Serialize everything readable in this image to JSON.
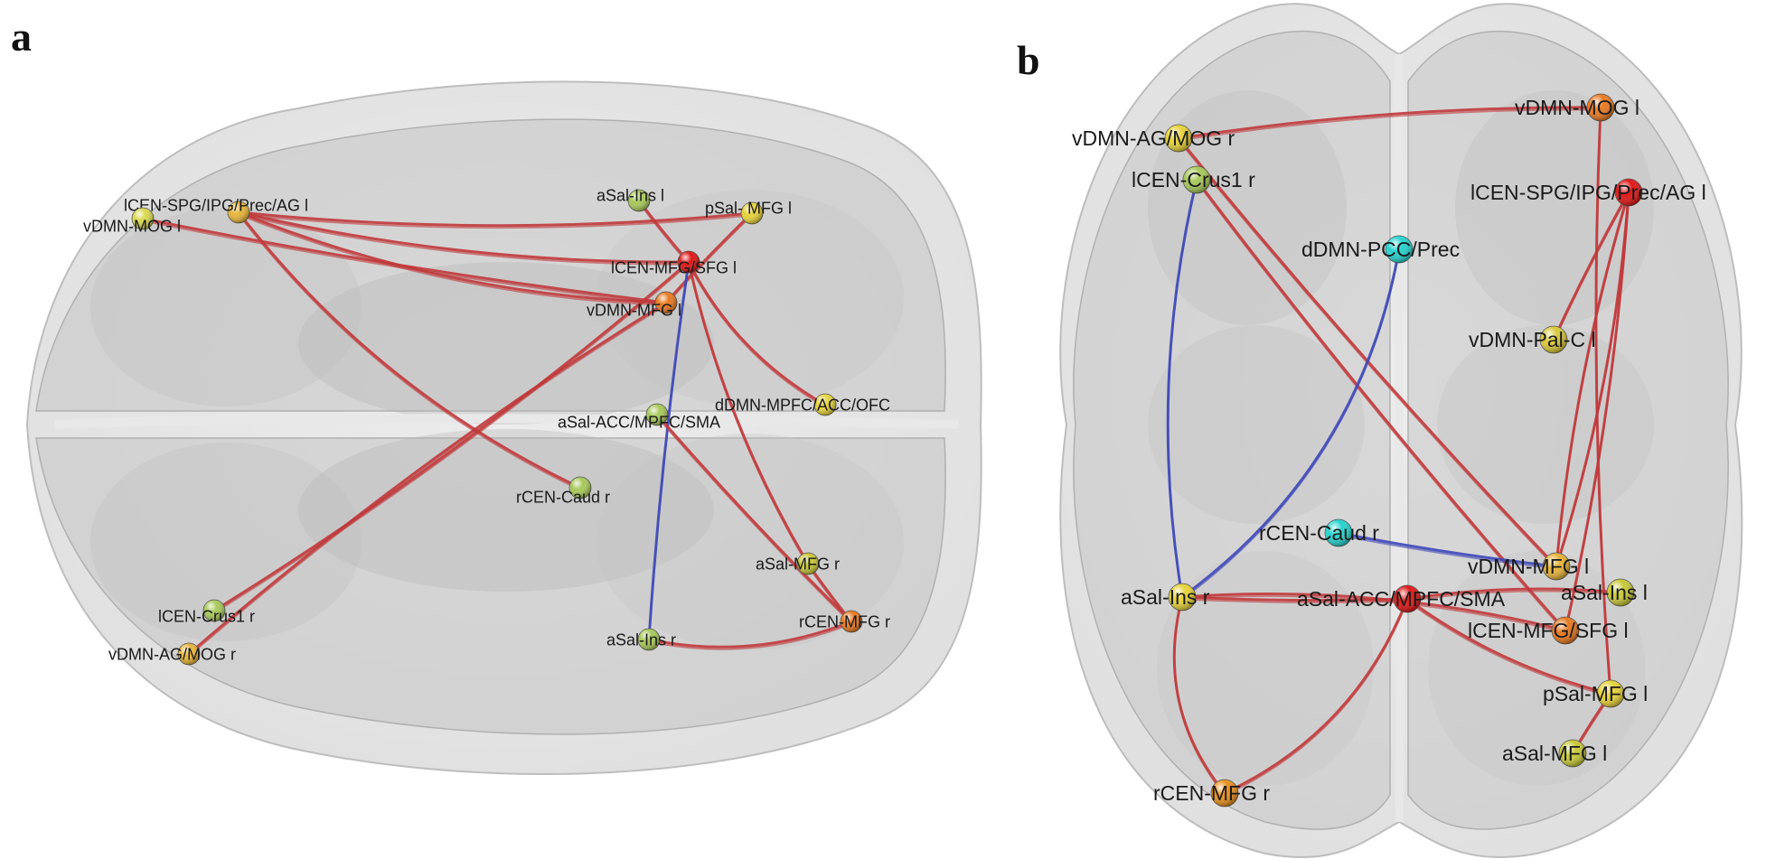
{
  "colors": {
    "positive_edge": "#c0393b",
    "negative_edge": "#3f48b8",
    "brain_fill": "#c9c9c9",
    "node_yellow": "#e6d23a",
    "node_green": "#a8c85a",
    "node_orange": "#e87a22",
    "node_red": "#e01818",
    "node_cyan": "#27d3cf"
  },
  "panels": [
    {
      "letter": "a",
      "nodes": [
        {
          "id": "lcen_spg",
          "label": "lCEN-SPG/IPG/Prec/AG l",
          "color": "#e6b43a"
        },
        {
          "id": "vdmn_mog_l",
          "label": "vDMN-MOG l",
          "color": "#d8d84e"
        },
        {
          "id": "asal_ins_l",
          "label": "aSal-Ins l",
          "color": "#a8c85a"
        },
        {
          "id": "psal_mfg_l",
          "label": "pSal- MFG l",
          "color": "#e6d23a"
        },
        {
          "id": "lcen_mfg_sfg",
          "label": "lCEN-MFG/SFG l",
          "color": "#e01818"
        },
        {
          "id": "vdmn_mfg_l",
          "label": "vDMN-MFG l",
          "color": "#e87a22"
        },
        {
          "id": "ddmn_mpfc",
          "label": "dDMN-MPFC/ACC/OFC",
          "color": "#e6d23a"
        },
        {
          "id": "asal_acc",
          "label": "aSal-ACC/MPFC/SMA",
          "color": "#a8c85a"
        },
        {
          "id": "rcen_caud",
          "label": "rCEN-Caud r",
          "color": "#a8c85a"
        },
        {
          "id": "asal_mfg_r",
          "label": "aSal-MFG r",
          "color": "#c8c83a"
        },
        {
          "id": "rcen_mfg_r",
          "label": "rCEN-MFG r",
          "color": "#e87a22"
        },
        {
          "id": "lcen_crus1",
          "label": "lCEN-Crus1 r",
          "color": "#a8c85a"
        },
        {
          "id": "vdmn_ag_mog_r",
          "label": "vDMN-AG/MOG r",
          "color": "#e6b43a"
        },
        {
          "id": "asal_ins_r",
          "label": "aSal-Ins r",
          "color": "#a8c85a"
        }
      ],
      "edges": [
        {
          "from": "lcen_spg",
          "to": "vdmn_mfg_l",
          "sign": "positive"
        },
        {
          "from": "lcen_spg",
          "to": "lcen_mfg_sfg",
          "sign": "positive"
        },
        {
          "from": "lcen_spg",
          "to": "psal_mfg_l",
          "sign": "positive"
        },
        {
          "from": "lcen_spg",
          "to": "rcen_caud",
          "sign": "positive"
        },
        {
          "from": "vdmn_mog_l",
          "to": "vdmn_mfg_l",
          "sign": "positive"
        },
        {
          "from": "asal_ins_l",
          "to": "lcen_mfg_sfg",
          "sign": "positive"
        },
        {
          "from": "psal_mfg_l",
          "to": "vdmn_mfg_l",
          "sign": "positive"
        },
        {
          "from": "lcen_mfg_sfg",
          "to": "ddmn_mpfc",
          "sign": "positive"
        },
        {
          "from": "lcen_mfg_sfg",
          "to": "asal_mfg_r",
          "sign": "positive"
        },
        {
          "from": "lcen_mfg_sfg",
          "to": "asal_ins_r",
          "sign": "negative"
        },
        {
          "from": "vdmn_mfg_l",
          "to": "vdmn_ag_mog_r",
          "sign": "positive"
        },
        {
          "from": "lcen_mfg_sfg",
          "to": "lcen_crus1",
          "sign": "positive"
        },
        {
          "from": "asal_acc",
          "to": "rcen_mfg_r",
          "sign": "positive"
        },
        {
          "from": "asal_ins_r",
          "to": "rcen_mfg_r",
          "sign": "positive"
        },
        {
          "from": "asal_mfg_r",
          "to": "rcen_mfg_r",
          "sign": "positive"
        }
      ]
    },
    {
      "letter": "b",
      "nodes": [
        {
          "id": "vdmn_ag_mog_r",
          "label": "vDMN-AG/MOG r",
          "color": "#e6d23a"
        },
        {
          "id": "lcen_crus1",
          "label": "lCEN-Crus1 r",
          "color": "#a8c85a"
        },
        {
          "id": "vdmn_mog_l",
          "label": "vDMN-MOG l",
          "color": "#e87a22"
        },
        {
          "id": "lcen_spg",
          "label": "lCEN-SPG/IPG/Prec/AG l",
          "color": "#e01818"
        },
        {
          "id": "ddmn_pcc",
          "label": "dDMN-PCC/Prec",
          "color": "#27d3cf"
        },
        {
          "id": "vdmn_pal",
          "label": "vDMN-Pal-C l",
          "color": "#d8c83a"
        },
        {
          "id": "rcen_caud",
          "label": "rCEN-Caud r",
          "color": "#27d3cf"
        },
        {
          "id": "vdmn_mfg_l",
          "label": "vDMN-MFG l",
          "color": "#e6b43a"
        },
        {
          "id": "asal_ins_r",
          "label": "aSal-Ins r",
          "color": "#e6d23a"
        },
        {
          "id": "asal_acc",
          "label": "aSal-ACC/MPFC/SMA",
          "color": "#e01818"
        },
        {
          "id": "asal_ins_l",
          "label": "aSal-Ins l",
          "color": "#c8c83a"
        },
        {
          "id": "lcen_mfg_sfg",
          "label": "lCEN-MFG/SFG l",
          "color": "#e87a22"
        },
        {
          "id": "psal_mfg_l",
          "label": "pSal-MFG l",
          "color": "#e6d23a"
        },
        {
          "id": "asal_mfg_l",
          "label": "aSal-MFG l",
          "color": "#c8c83a"
        },
        {
          "id": "rcen_mfg_r",
          "label": "rCEN-MFG r",
          "color": "#e8901e"
        }
      ],
      "edges": [
        {
          "from": "vdmn_ag_mog_r",
          "to": "vdmn_mog_l",
          "sign": "positive"
        },
        {
          "from": "vdmn_ag_mog_r",
          "to": "vdmn_mfg_l",
          "sign": "positive"
        },
        {
          "from": "lcen_crus1",
          "to": "lcen_mfg_sfg",
          "sign": "positive"
        },
        {
          "from": "lcen_crus1",
          "to": "asal_ins_r",
          "sign": "negative"
        },
        {
          "from": "ddmn_pcc",
          "to": "asal_ins_r",
          "sign": "negative"
        },
        {
          "from": "rcen_caud",
          "to": "vdmn_mfg_l",
          "sign": "negative"
        },
        {
          "from": "vdmn_mog_l",
          "to": "psal_mfg_l",
          "sign": "positive"
        },
        {
          "from": "lcen_spg",
          "to": "vdmn_mfg_l",
          "sign": "positive"
        },
        {
          "from": "lcen_spg",
          "to": "lcen_mfg_sfg",
          "sign": "positive"
        },
        {
          "from": "lcen_spg",
          "to": "vdmn_pal",
          "sign": "positive"
        },
        {
          "from": "asal_ins_r",
          "to": "asal_acc",
          "sign": "positive"
        },
        {
          "from": "asal_ins_r",
          "to": "rcen_mfg_r",
          "sign": "positive"
        },
        {
          "from": "asal_ins_r",
          "to": "lcen_mfg_sfg",
          "sign": "positive"
        },
        {
          "from": "asal_acc",
          "to": "psal_mfg_l",
          "sign": "positive"
        },
        {
          "from": "asal_acc",
          "to": "asal_ins_l",
          "sign": "positive"
        },
        {
          "from": "asal_acc",
          "to": "rcen_mfg_r",
          "sign": "positive"
        },
        {
          "from": "vdmn_mfg_l",
          "to": "lcen_spg",
          "sign": "positive"
        },
        {
          "from": "psal_mfg_l",
          "to": "asal_mfg_l",
          "sign": "positive"
        }
      ]
    }
  ]
}
